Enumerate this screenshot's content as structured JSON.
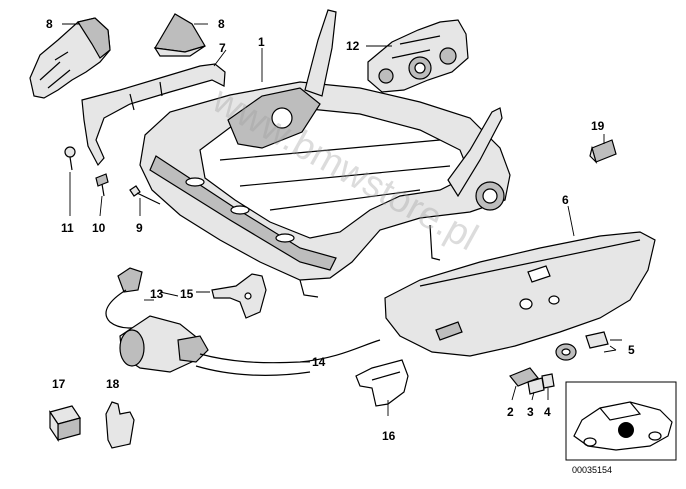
{
  "diagram": {
    "callouts": {
      "c1": "1",
      "c2": "2",
      "c3": "3",
      "c4": "4",
      "c5": "5",
      "c6": "6",
      "c7": "7",
      "c8a": "8",
      "c8b": "8",
      "c9": "9",
      "c10": "10",
      "c11": "11",
      "c12": "12",
      "c13": "13",
      "c14": "14",
      "c15": "15",
      "c16": "16",
      "c17": "17",
      "c18": "18",
      "c19": "19"
    },
    "watermark": "www.bmwstore.pl",
    "reference_number": "00035154"
  }
}
